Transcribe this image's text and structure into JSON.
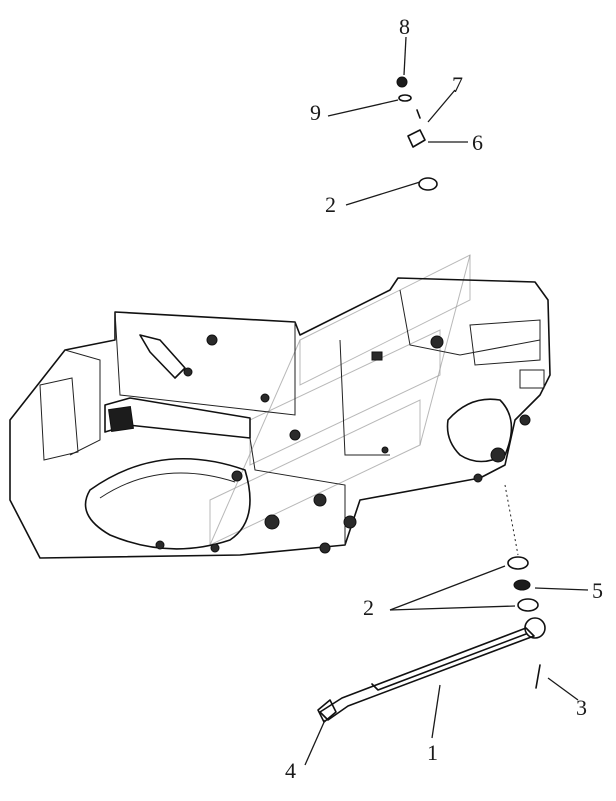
{
  "callouts": {
    "c1": "1",
    "c2a": "2",
    "c2b": "2",
    "c3": "3",
    "c4": "4",
    "c5": "5",
    "c6": "6",
    "c7": "7",
    "c8": "8",
    "c9": "9"
  },
  "icons": {
    "housing": "gearbox-housing-icon",
    "shaft": "shift-shaft-icon",
    "watermark": "watermark-logo-icon"
  }
}
